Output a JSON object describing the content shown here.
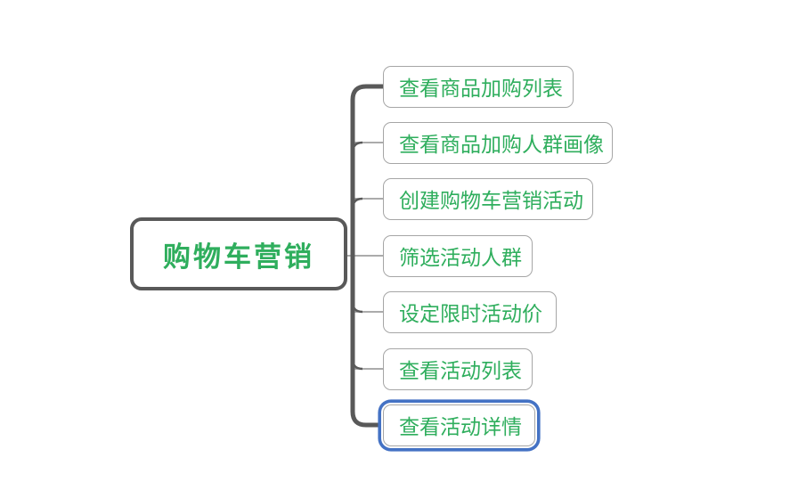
{
  "colors": {
    "topic_text": "#2fae5d",
    "spine": "#595959",
    "central_border": "#595959",
    "subtopic_border": "#a6a6a6",
    "branch_line": "#8f8f8f",
    "selection": "#4472c4",
    "background": "#ffffff"
  },
  "central_topic": {
    "label": "购物车营销"
  },
  "children": [
    {
      "label": "查看商品加购列表",
      "selected": false
    },
    {
      "label": "查看商品加购人群画像",
      "selected": false
    },
    {
      "label": "创建购物车营销活动",
      "selected": false
    },
    {
      "label": "筛选活动人群",
      "selected": false
    },
    {
      "label": "设定限时活动价",
      "selected": false
    },
    {
      "label": "查看活动列表",
      "selected": false
    },
    {
      "label": "查看活动详情",
      "selected": true
    }
  ]
}
